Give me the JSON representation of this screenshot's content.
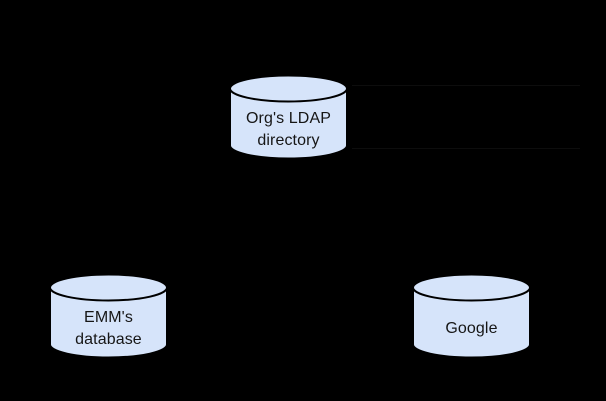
{
  "diagram": {
    "background_color": "#000000",
    "stroke_color": "#000000",
    "text_color": "#161616",
    "faint_line_color": "#0d0d0d",
    "nodes": [
      {
        "id": "org-ldap-directory",
        "shape": "cylinder",
        "fill": "#d6e4fa",
        "label_lines": [
          "Org's LDAP",
          "directory"
        ]
      },
      {
        "id": "emm-database",
        "shape": "cylinder",
        "fill": "#d6e4fa",
        "label_lines": [
          "EMM's",
          "database"
        ]
      },
      {
        "id": "google",
        "shape": "cylinder",
        "fill": "#d6e4fa",
        "label_lines": [
          "Google"
        ]
      }
    ]
  }
}
